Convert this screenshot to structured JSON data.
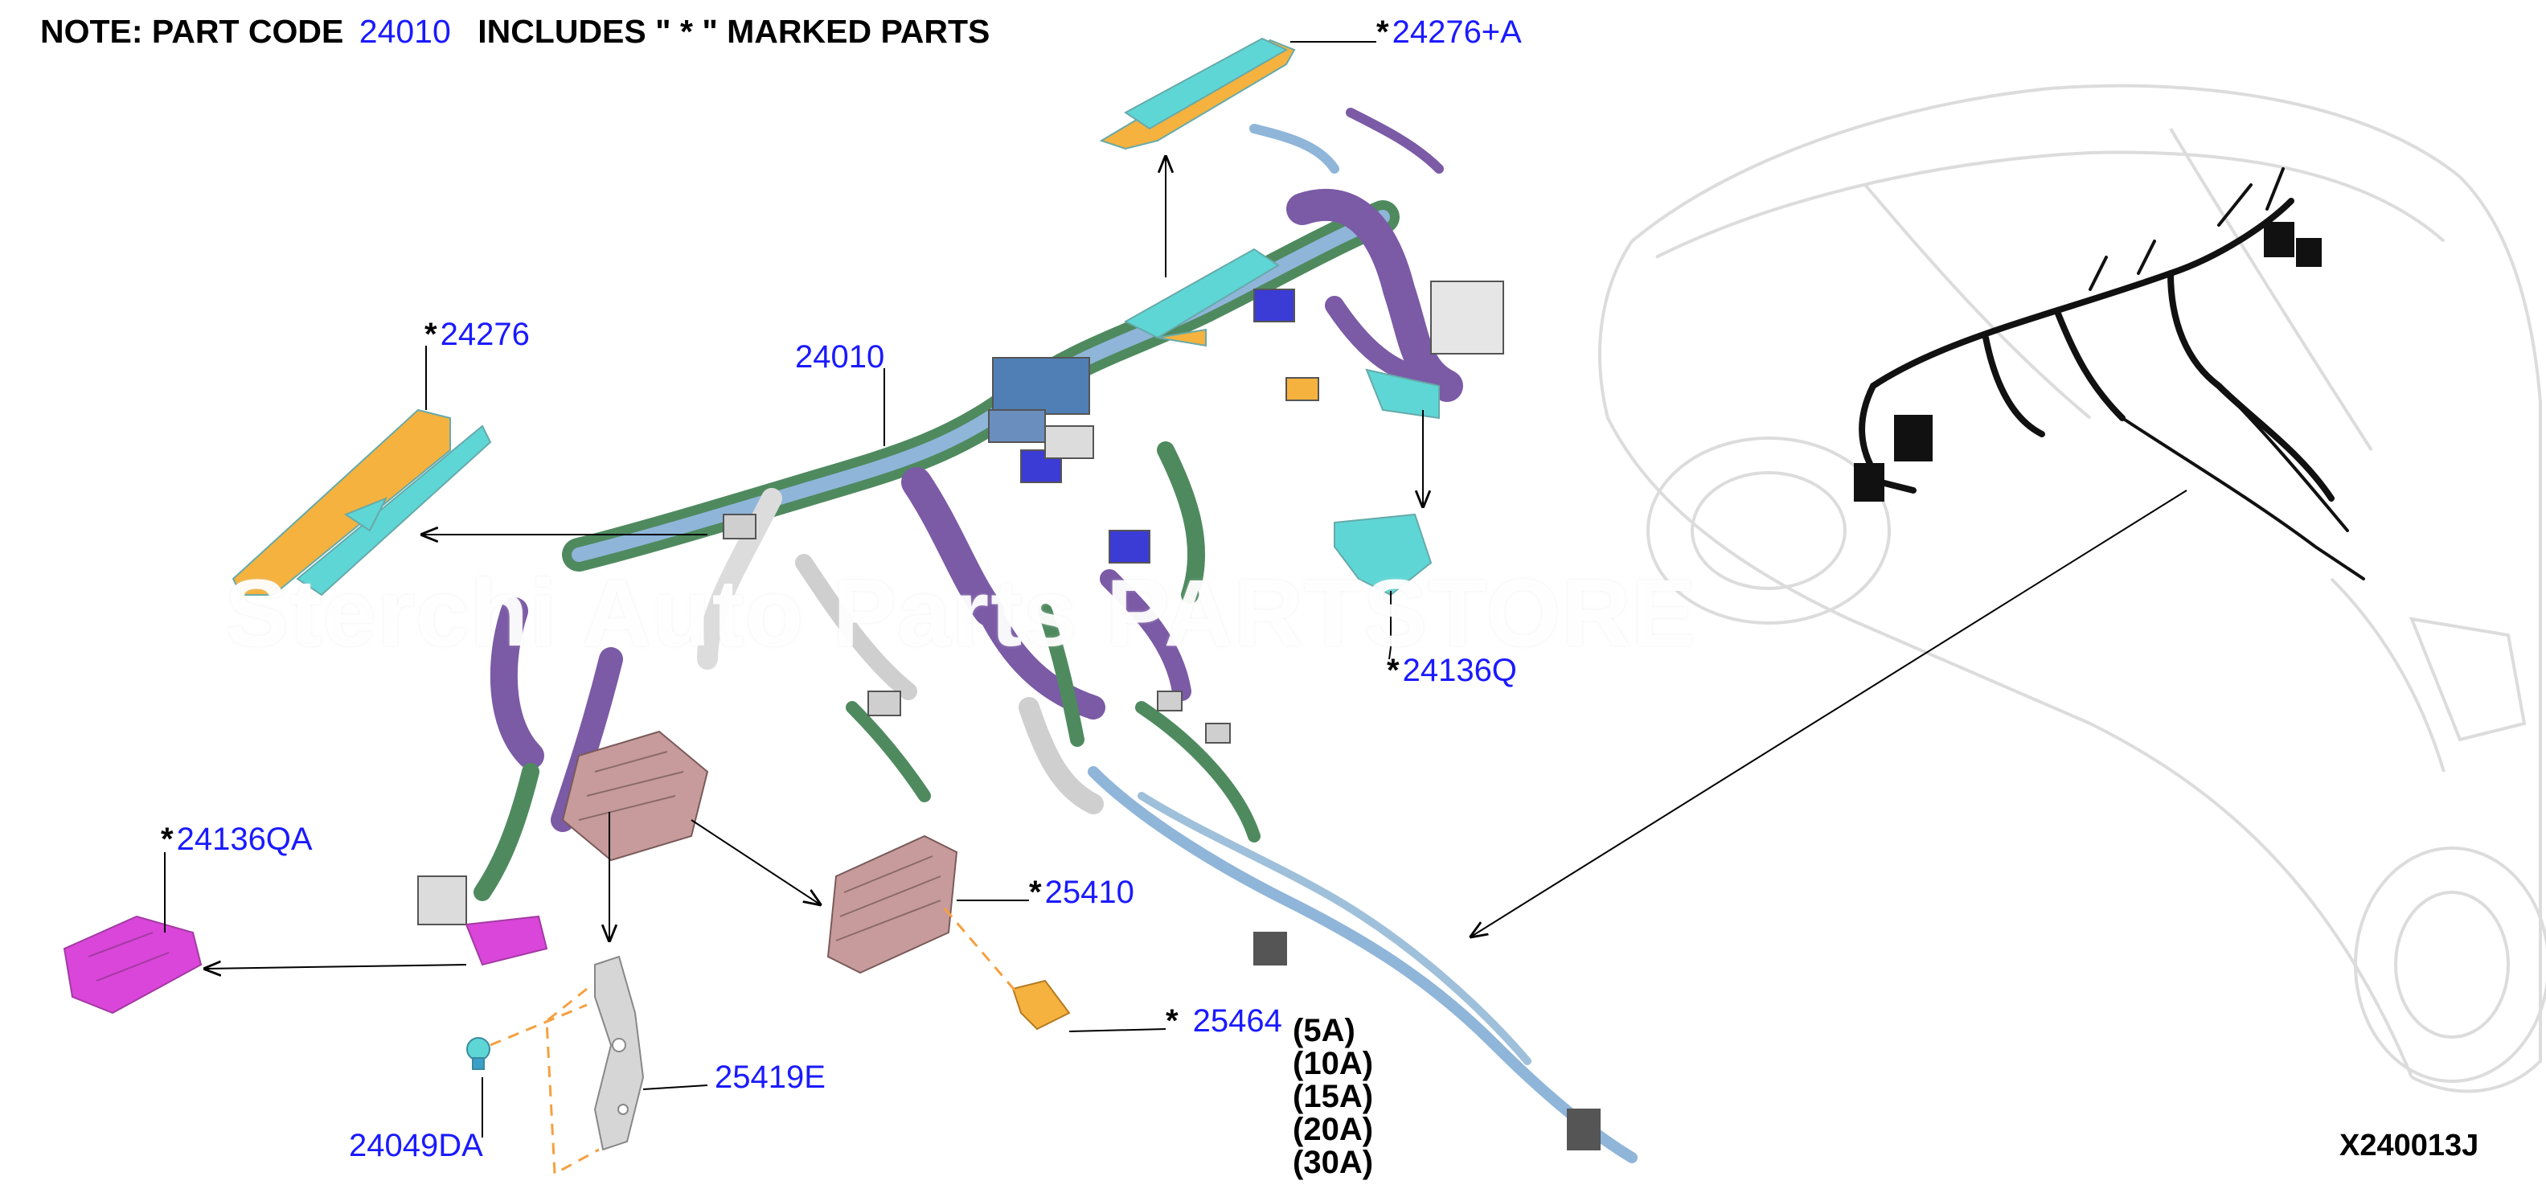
{
  "note": {
    "prefix": "NOTE: PART CODE",
    "code": "24010",
    "suffix": "INCLUDES \" * \" MARKED PARTS"
  },
  "labels": [
    {
      "id": "24276A",
      "star": "*",
      "code": "24276+A"
    },
    {
      "id": "24276",
      "star": "*",
      "code": "24276"
    },
    {
      "id": "24010",
      "star": "",
      "code": "24010"
    },
    {
      "id": "24136Q",
      "star": "*",
      "code": "24136Q"
    },
    {
      "id": "24136QA",
      "star": "*",
      "code": "24136QA"
    },
    {
      "id": "25410",
      "star": "*",
      "code": "25410"
    },
    {
      "id": "25464",
      "star": "*",
      "code": "25464"
    },
    {
      "id": "25419E",
      "star": "",
      "code": "25419E"
    },
    {
      "id": "24049DA",
      "star": "",
      "code": "24049DA"
    }
  ],
  "fuse_ratings": [
    "(5A)",
    "(10A)",
    "(15A)",
    "(20A)",
    "(30A)"
  ],
  "diagram_ref": "X240013J",
  "watermark": "Sterchi Auto Parts PARTSTORE",
  "colors": {
    "label_blue": "#1a1aff",
    "harness_purple": "#7b5aa6",
    "harness_green": "#4f8a5f",
    "harness_blue": "#8fb5d9",
    "bracket_orange": "#f5b23e",
    "bracket_cyan": "#5fd6d6",
    "bracket_magenta": "#d946d9",
    "fuse_block_pink": "#c79b9b"
  }
}
